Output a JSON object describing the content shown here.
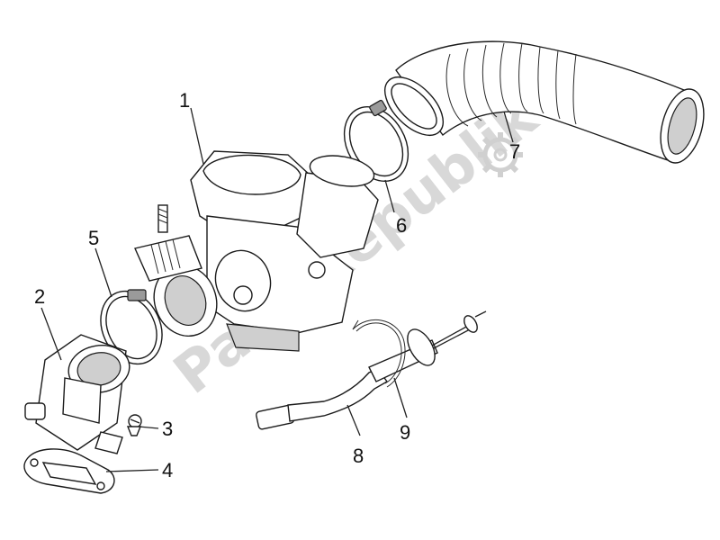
{
  "watermark": {
    "text": "PartsRepublik",
    "icon": "gear-icon"
  },
  "callouts": [
    "1",
    "2",
    "3",
    "4",
    "5",
    "6",
    "7",
    "8",
    "9"
  ]
}
